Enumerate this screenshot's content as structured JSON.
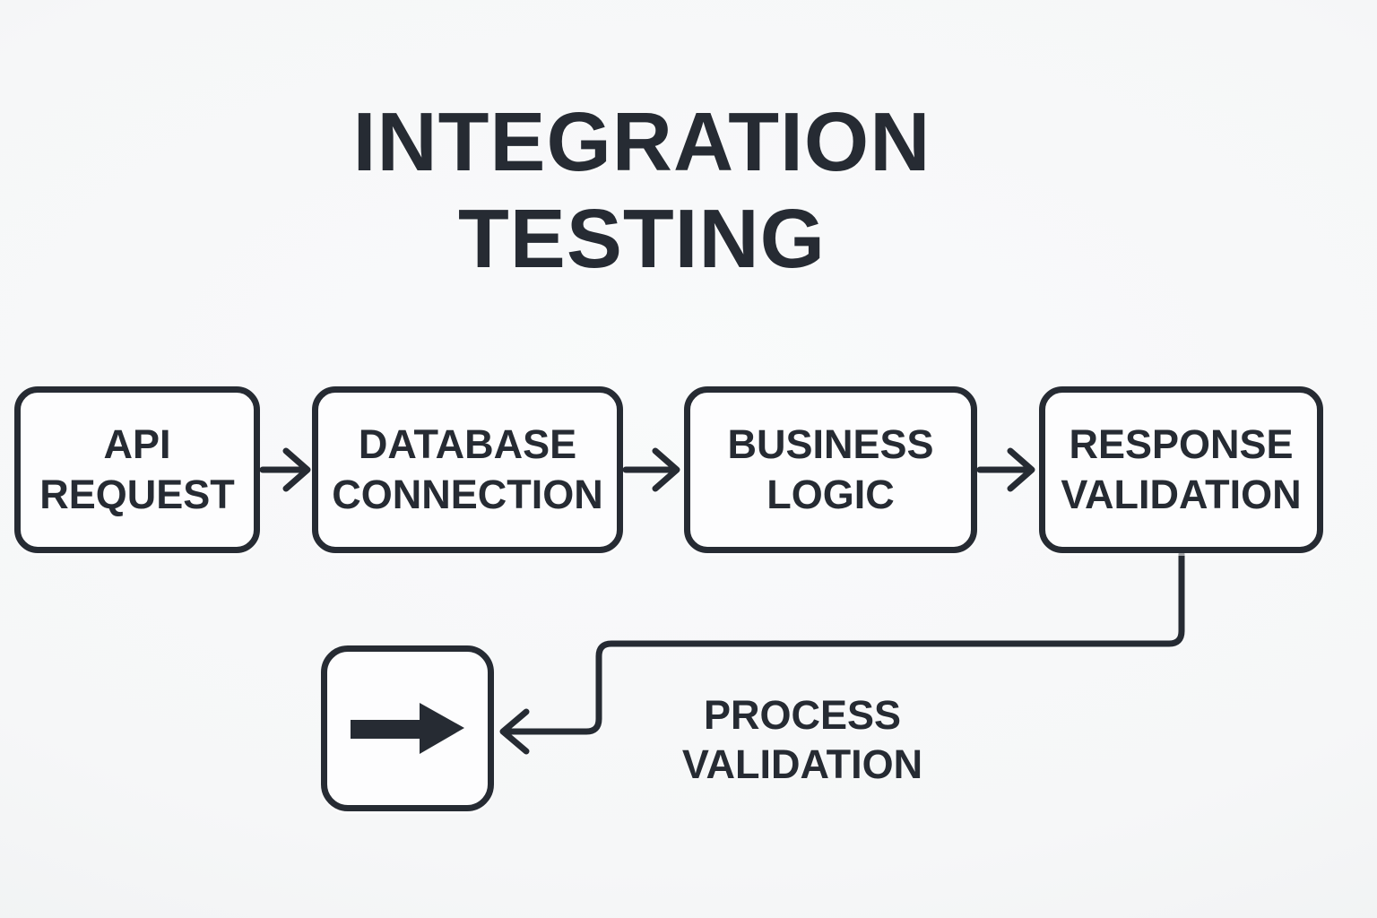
{
  "title": "INTEGRATION TESTING",
  "colors": {
    "background": "#f7f8f9",
    "ink": "#262b33",
    "node_fill": "#fdfdfe"
  },
  "flow": {
    "nodes": [
      {
        "id": "api-request",
        "label": "API REQUEST"
      },
      {
        "id": "database-connection",
        "label": "DATABASE CONNECTION"
      },
      {
        "id": "business-logic",
        "label": "BUSINESS LOGIC"
      },
      {
        "id": "response-validation",
        "label": "RESPONSE VALIDATION"
      }
    ],
    "loop_node": {
      "id": "loop-node",
      "icon": "arrow-right-icon"
    },
    "loop_label": "PROCESS VALIDATION"
  }
}
